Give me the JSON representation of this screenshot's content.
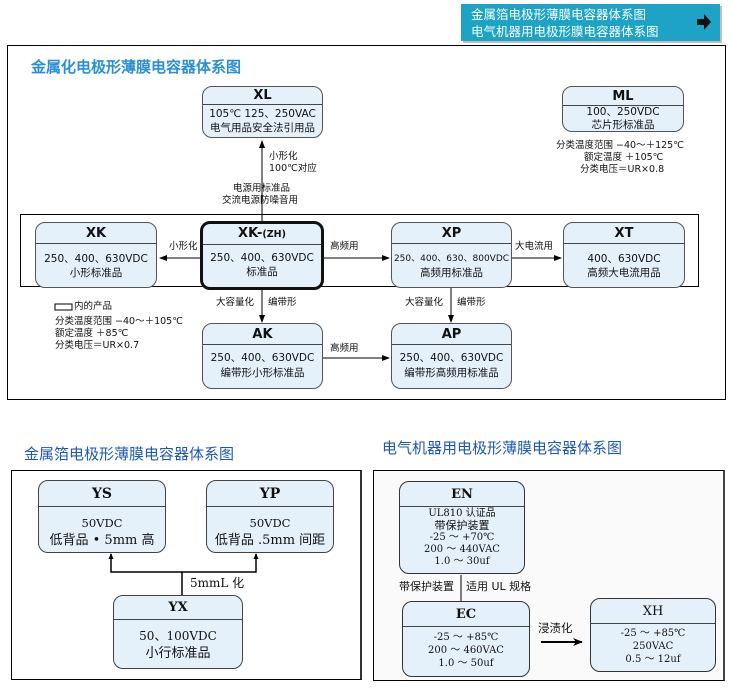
{
  "nav_banner": {
    "line1": "金属箔电极形薄膜电容器体系图",
    "line2": "电气机器用电极形膜电容器体系图",
    "icon": "arrow-right-icon"
  },
  "metallized_system": {
    "title": "金属化电极形薄膜电容器体系图",
    "nodes": {
      "XL": {
        "name": "XL",
        "line1": "105℃ 125、250VAC",
        "line2": "电气用品安全法引用品"
      },
      "ML": {
        "name": "ML",
        "line1": "100、250VDC",
        "line2": "芯片形标准品"
      },
      "XK": {
        "name": "XK",
        "line1": "250、400、630VDC",
        "line2": "小形标准品"
      },
      "XKZH": {
        "name": "XK-",
        "suffix": "(ZH)",
        "line1": "250、400、630VDC",
        "line2": "标准品"
      },
      "XP": {
        "name": "XP",
        "line1": "250、400、630、800VDC",
        "line2": "高频用标准品"
      },
      "XT": {
        "name": "XT",
        "line1": "400、630VDC",
        "line2": "高频大电流用品"
      },
      "AK": {
        "name": "AK",
        "line1": "250、400、630VDC",
        "line2": "编带形小形标准品"
      },
      "AP": {
        "name": "AP",
        "line1": "250、400、630VDC",
        "line2": "编带形高频用标准品"
      }
    },
    "edge_labels": {
      "to_xl_1": "小形化",
      "to_xl_2": "100℃对应",
      "power_1": "电源用标准品",
      "power_2": "交流电源防噪音用",
      "to_xk": "小形化",
      "to_xp": "高频用",
      "to_xt": "大电流用",
      "xk_down_left": "大容量化",
      "xk_down_right": "编带形",
      "xp_down_left": "大容量化",
      "xp_down_right": "编带形",
      "ak_to_ap": "高频用"
    },
    "ml_notes": [
      "分类温度范围 −40～＋125℃",
      "额定温度 ＋105℃",
      "分类电压＝UR×0.8"
    ],
    "legend_notes": {
      "box_label": "内的产品",
      "lines": [
        "分类温度范围 −40～＋105℃",
        "额定温度 ＋85℃",
        "分类电压＝UR×0.7"
      ]
    }
  },
  "foil_system": {
    "title": "金属箔电极形薄膜电容器体系图",
    "nodes": {
      "YS": {
        "name": "YS",
        "line1": "50VDC",
        "line2": "低背品 • 5mm 高"
      },
      "YP": {
        "name": "YP",
        "line1": "50VDC",
        "line2": "低背品 .5mm 间距"
      },
      "YX": {
        "name": "YX",
        "line1": "50、100VDC",
        "line2": "小行标准品"
      }
    },
    "edge_label": "5mmL 化"
  },
  "electrical_system": {
    "title": "电气机器用电极形薄膜电容器体系图",
    "nodes": {
      "EN": {
        "name": "EN",
        "lines": [
          "UL810 认证品",
          "带保护装置",
          "-25 ～ +70℃",
          "200 ～ 440VAC",
          "1.0 ～ 30uf"
        ]
      },
      "EC": {
        "name": "EC",
        "lines": [
          "-25 ～ +85℃",
          "200 ～ 460VAC",
          "1.0 ～ 50uf"
        ]
      },
      "XH": {
        "name": "XH",
        "lines": [
          "-25 ～ +85℃",
          "250VAC",
          "0.5 ～ 12uf"
        ]
      }
    },
    "edge_labels": {
      "en_left": "带保护装置",
      "en_right": "适用 UL 规格",
      "ec_to_xh": "浸渍化"
    }
  }
}
